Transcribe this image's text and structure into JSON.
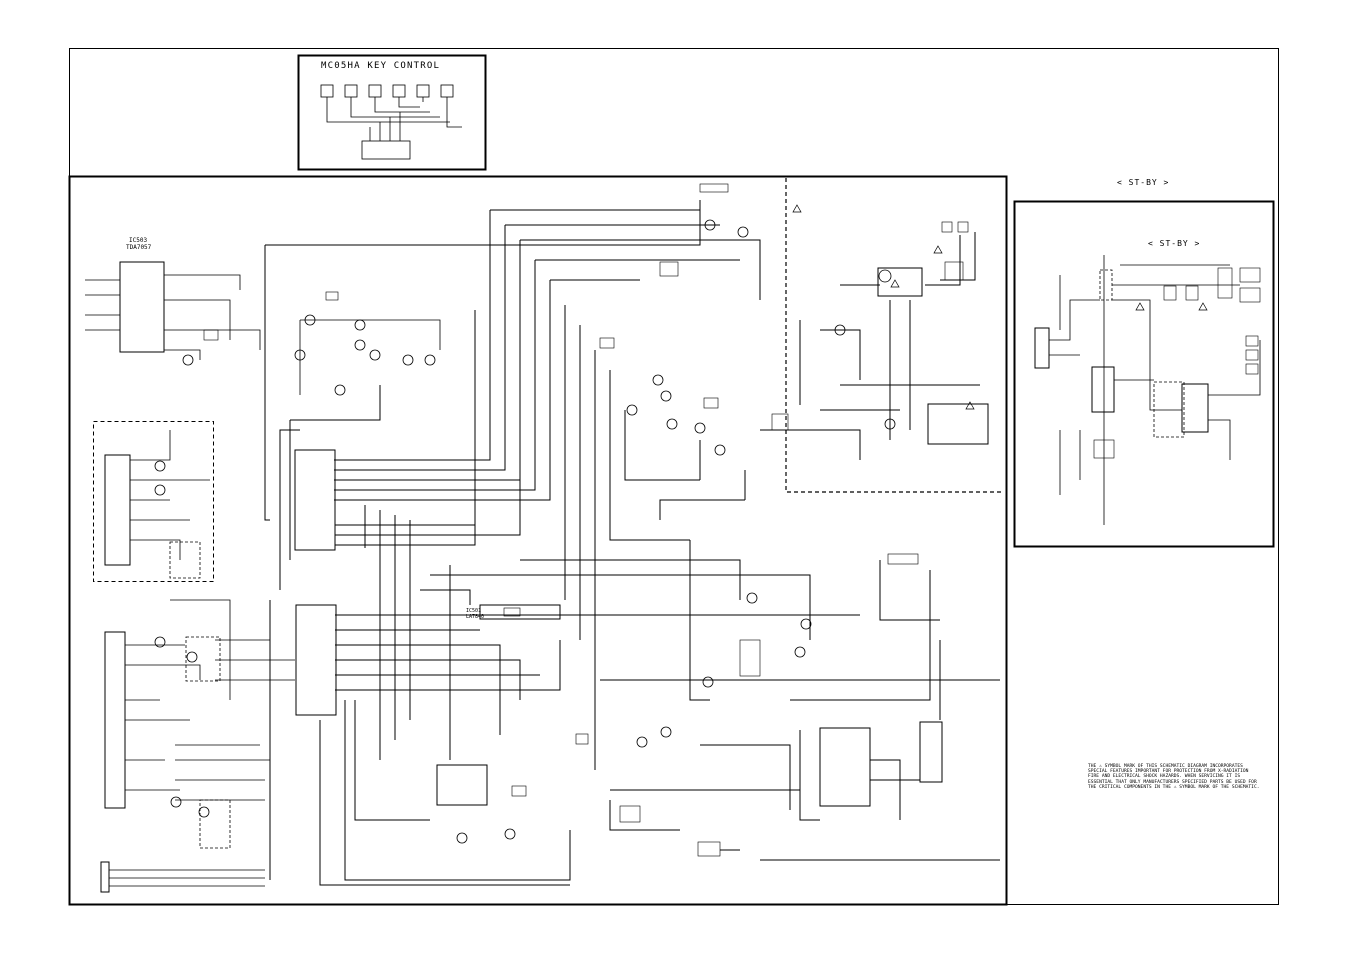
{
  "key_control": {
    "title": "MC05HA KEY CONTROL"
  },
  "standby": {
    "outer_label": "< ST-BY >",
    "inner_label": "< ST-BY >"
  },
  "ics": [
    {
      "ref": "IC503",
      "part": "TDA7057"
    },
    {
      "ref": "IC501",
      "part": "LA7840"
    }
  ],
  "notes": [
    "THE ⚠ SYMBOL MARK OF THIS SCHEMATIC DIAGRAM INCORPORATES",
    "SPECIAL FEATURES IMPORTANT FOR PROTECTION FROM X-RADIATION",
    "FIRE AND ELECTRICAL SHOCK HAZARDS. WHEN SERVICING IT IS",
    "ESSENTIAL THAT ONLY MANUFACTURERS SPECIFIED PARTS BE USED FOR",
    "THE CRITICAL COMPONENTS IN THE ⚠ SYMBOL MARK OF THE SCHEMATIC."
  ]
}
